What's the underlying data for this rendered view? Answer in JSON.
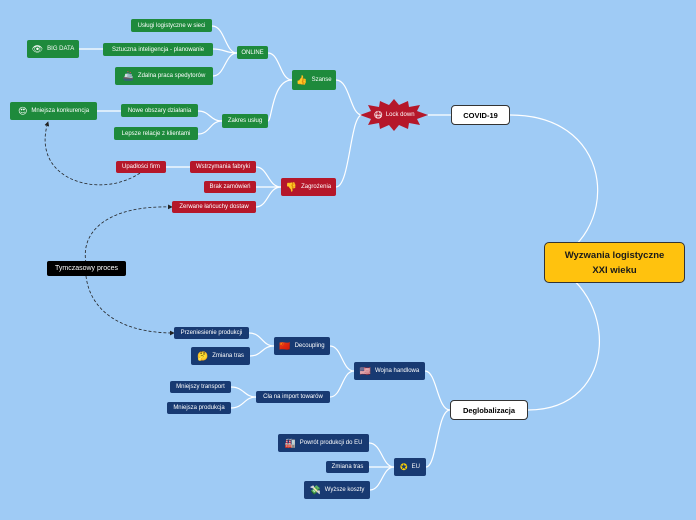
{
  "root": {
    "line1": "Wyzwania logistyczne",
    "line2": "XXI wieku"
  },
  "covid": {
    "label": "COVID-19"
  },
  "lockdown": {
    "label": "Lock down",
    "icon": "mask-face-icon"
  },
  "szanse": {
    "label": "Szanse",
    "icon": "thumbs-up-icon"
  },
  "online": {
    "label": "ONLINE"
  },
  "uslugi_log": {
    "label": "Usługi logistyczne w sieci"
  },
  "sztuczna": {
    "label": "Sztuczna inteligencja - planowanie"
  },
  "big_data": {
    "label": "BIG DATA",
    "icon": "eye-icon"
  },
  "zdalna": {
    "label": "Zdalna praca spedytorów",
    "icon": "ship-icon"
  },
  "zakres": {
    "label": "Zakres usług"
  },
  "nowe": {
    "label": "Nowe obszary działania"
  },
  "lepsze": {
    "label": "Lepsze relacje z klientami"
  },
  "mniejsza_konk": {
    "label": "Mniejsza konkurencja",
    "icon": "heart-eyes-icon"
  },
  "zagrozenia": {
    "label": "Zagrożenia",
    "icon": "thumbs-down-icon"
  },
  "upadlosci": {
    "label": "Upadłości firm"
  },
  "wstrzymania": {
    "label": "Wstrzymania fabryki"
  },
  "brak": {
    "label": "Brak zamówień"
  },
  "zerwane": {
    "label": "Zerwane łańcuchy dostaw"
  },
  "tymczasowy": {
    "label": "Tymczasowy proces"
  },
  "deglob": {
    "label": "Deglobalizacja"
  },
  "wojna": {
    "label": "Wojna handlowa",
    "icon": "us-flag-icon"
  },
  "decoupling": {
    "label": "Decoupling",
    "icon": "china-flag-icon"
  },
  "przeniesienie": {
    "label": "Przeniesienie produkcji"
  },
  "zmiana_tras1": {
    "label": "Zmiana tras",
    "icon": "thinking-face-icon"
  },
  "cla": {
    "label": "Cła na import towarów"
  },
  "mniejszy_transport": {
    "label": "Mniejszy transport"
  },
  "mniejsza_prod": {
    "label": "Mniejsza produkcja"
  },
  "eu": {
    "label": "EU",
    "icon": "eu-flag-icon"
  },
  "powrot": {
    "label": "Powrót produkcji do EU",
    "icon": "factory-icon"
  },
  "zmiana_tras2": {
    "label": "Zmiana tras"
  },
  "wyzsze": {
    "label": "Wyższe koszty",
    "icon": "money-wings-icon"
  }
}
